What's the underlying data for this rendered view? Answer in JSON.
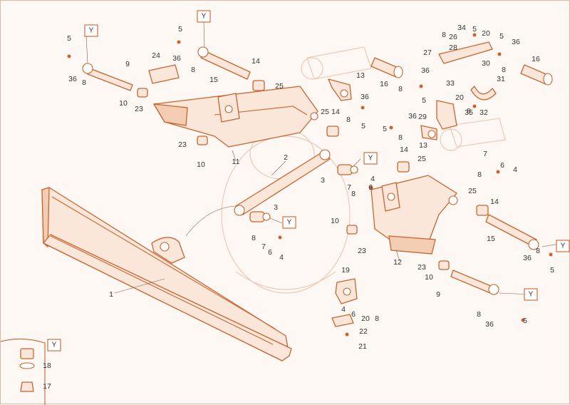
{
  "colors": {
    "stroke": "#c8642f",
    "fill": "#fbe7d9",
    "background": "#fdf8f4"
  },
  "labels": [
    {
      "id": "1",
      "text": "1"
    },
    {
      "id": "2",
      "text": "2"
    },
    {
      "id": "3a",
      "text": "3"
    },
    {
      "id": "3b",
      "text": "3"
    },
    {
      "id": "4a",
      "text": "4"
    },
    {
      "id": "4b",
      "text": "4"
    },
    {
      "id": "4c",
      "text": "4"
    },
    {
      "id": "4d",
      "text": "4"
    },
    {
      "id": "5a",
      "text": "5"
    },
    {
      "id": "5b",
      "text": "5"
    },
    {
      "id": "5c",
      "text": "5"
    },
    {
      "id": "5d",
      "text": "5"
    },
    {
      "id": "5e",
      "text": "5"
    },
    {
      "id": "5f",
      "text": "5"
    },
    {
      "id": "5g",
      "text": "5"
    },
    {
      "id": "5h",
      "text": "5"
    },
    {
      "id": "5i",
      "text": "5"
    },
    {
      "id": "6a",
      "text": "6"
    },
    {
      "id": "6b",
      "text": "6"
    },
    {
      "id": "6c",
      "text": "6"
    },
    {
      "id": "6d",
      "text": "6"
    },
    {
      "id": "7a",
      "text": "7"
    },
    {
      "id": "7b",
      "text": "7"
    },
    {
      "id": "7c",
      "text": "7"
    },
    {
      "id": "8a",
      "text": "8"
    },
    {
      "id": "8b",
      "text": "8"
    },
    {
      "id": "8c",
      "text": "8"
    },
    {
      "id": "8d",
      "text": "8"
    },
    {
      "id": "8e",
      "text": "8"
    },
    {
      "id": "8f",
      "text": "8"
    },
    {
      "id": "8g",
      "text": "8"
    },
    {
      "id": "8h",
      "text": "8"
    },
    {
      "id": "8i",
      "text": "8"
    },
    {
      "id": "8j",
      "text": "8"
    },
    {
      "id": "8k",
      "text": "8"
    },
    {
      "id": "8l",
      "text": "8"
    },
    {
      "id": "8m",
      "text": "8"
    },
    {
      "id": "8n",
      "text": "8"
    },
    {
      "id": "9a",
      "text": "9"
    },
    {
      "id": "9b",
      "text": "9"
    },
    {
      "id": "10a",
      "text": "10"
    },
    {
      "id": "10b",
      "text": "10"
    },
    {
      "id": "10c",
      "text": "10"
    },
    {
      "id": "10d",
      "text": "10"
    },
    {
      "id": "11",
      "text": "11"
    },
    {
      "id": "12",
      "text": "12"
    },
    {
      "id": "13a",
      "text": "13"
    },
    {
      "id": "13b",
      "text": "13"
    },
    {
      "id": "14a",
      "text": "14"
    },
    {
      "id": "14b",
      "text": "14"
    },
    {
      "id": "14c",
      "text": "14"
    },
    {
      "id": "14d",
      "text": "14"
    },
    {
      "id": "15a",
      "text": "15"
    },
    {
      "id": "15b",
      "text": "15"
    },
    {
      "id": "16a",
      "text": "16"
    },
    {
      "id": "16b",
      "text": "16"
    },
    {
      "id": "17",
      "text": "17"
    },
    {
      "id": "18",
      "text": "18"
    },
    {
      "id": "19",
      "text": "19"
    },
    {
      "id": "20a",
      "text": "20"
    },
    {
      "id": "20b",
      "text": "20"
    },
    {
      "id": "20c",
      "text": "20"
    },
    {
      "id": "21",
      "text": "21"
    },
    {
      "id": "22",
      "text": "22"
    },
    {
      "id": "23a",
      "text": "23"
    },
    {
      "id": "23b",
      "text": "23"
    },
    {
      "id": "23c",
      "text": "23"
    },
    {
      "id": "23d",
      "text": "23"
    },
    {
      "id": "24",
      "text": "24"
    },
    {
      "id": "25a",
      "text": "25"
    },
    {
      "id": "25b",
      "text": "25"
    },
    {
      "id": "25c",
      "text": "25"
    },
    {
      "id": "25d",
      "text": "25"
    },
    {
      "id": "26",
      "text": "26"
    },
    {
      "id": "27",
      "text": "27"
    },
    {
      "id": "28",
      "text": "28"
    },
    {
      "id": "29",
      "text": "29"
    },
    {
      "id": "30",
      "text": "30"
    },
    {
      "id": "31",
      "text": "31"
    },
    {
      "id": "32",
      "text": "32"
    },
    {
      "id": "33",
      "text": "33"
    },
    {
      "id": "34",
      "text": "34"
    },
    {
      "id": "35",
      "text": "35"
    },
    {
      "id": "36a",
      "text": "36"
    },
    {
      "id": "36b",
      "text": "36"
    },
    {
      "id": "36c",
      "text": "36"
    },
    {
      "id": "36d",
      "text": "36"
    },
    {
      "id": "36e",
      "text": "36"
    },
    {
      "id": "36f",
      "text": "36"
    },
    {
      "id": "36g",
      "text": "36"
    },
    {
      "id": "36h",
      "text": "36"
    }
  ],
  "ybox": {
    "text": "Y"
  }
}
